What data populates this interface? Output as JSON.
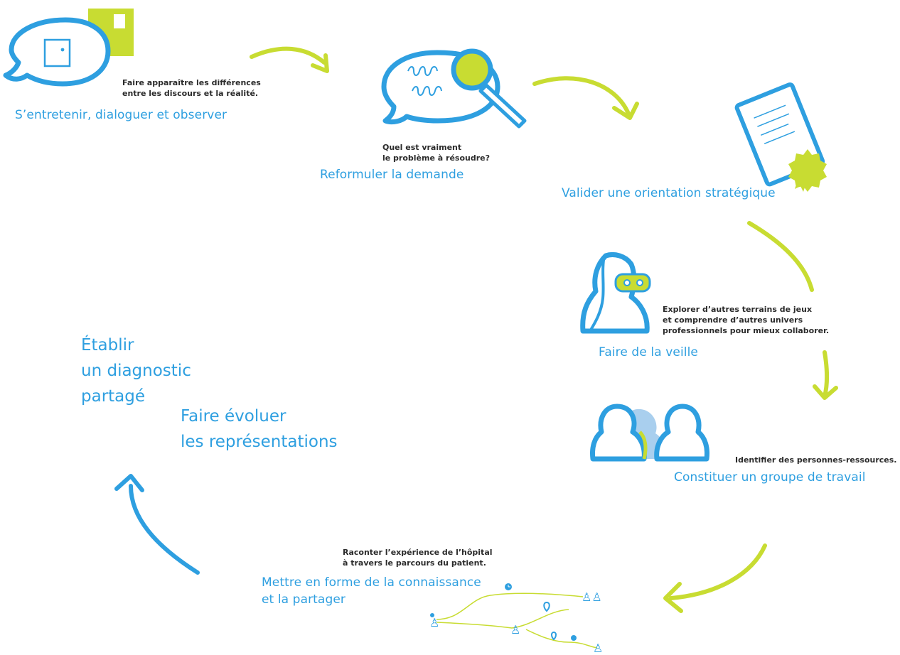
{
  "steps": [
    {
      "title": "S’entretenir, dialoguer et observer",
      "note_lines": [
        "Faire apparaître les différences",
        "entre les discours et la réalité."
      ]
    },
    {
      "title": "Reformuler la demande",
      "note_lines": [
        "Quel est vraiment",
        "le problème à résoudre?"
      ]
    },
    {
      "title": "Valider une orientation stratégique",
      "note_lines": []
    },
    {
      "title": "Faire de la veille",
      "note_lines": [
        "Explorer d’autres terrains de jeux",
        "et comprendre d’autres univers",
        "professionnels pour mieux collaborer."
      ]
    },
    {
      "title": "Constituer un groupe de travail",
      "note_lines": [
        "Identifier des personnes-ressources."
      ]
    },
    {
      "title_lines": [
        "Mettre en forme de la connaissance",
        "et la partager"
      ],
      "note_lines": [
        "Raconter l’expérience de l’hôpital",
        "à travers le parcours du patient."
      ]
    }
  ],
  "center": {
    "establish_lines": [
      "Établir",
      "un diagnostic",
      "partagé"
    ],
    "evolve_lines": [
      "Faire évoluer",
      "les représentations"
    ]
  },
  "colors": {
    "blue": "#2e9fe0",
    "lime": "#c8dc32",
    "light_blue": "#a9cfee",
    "text_dark": "#2b2b2b"
  }
}
